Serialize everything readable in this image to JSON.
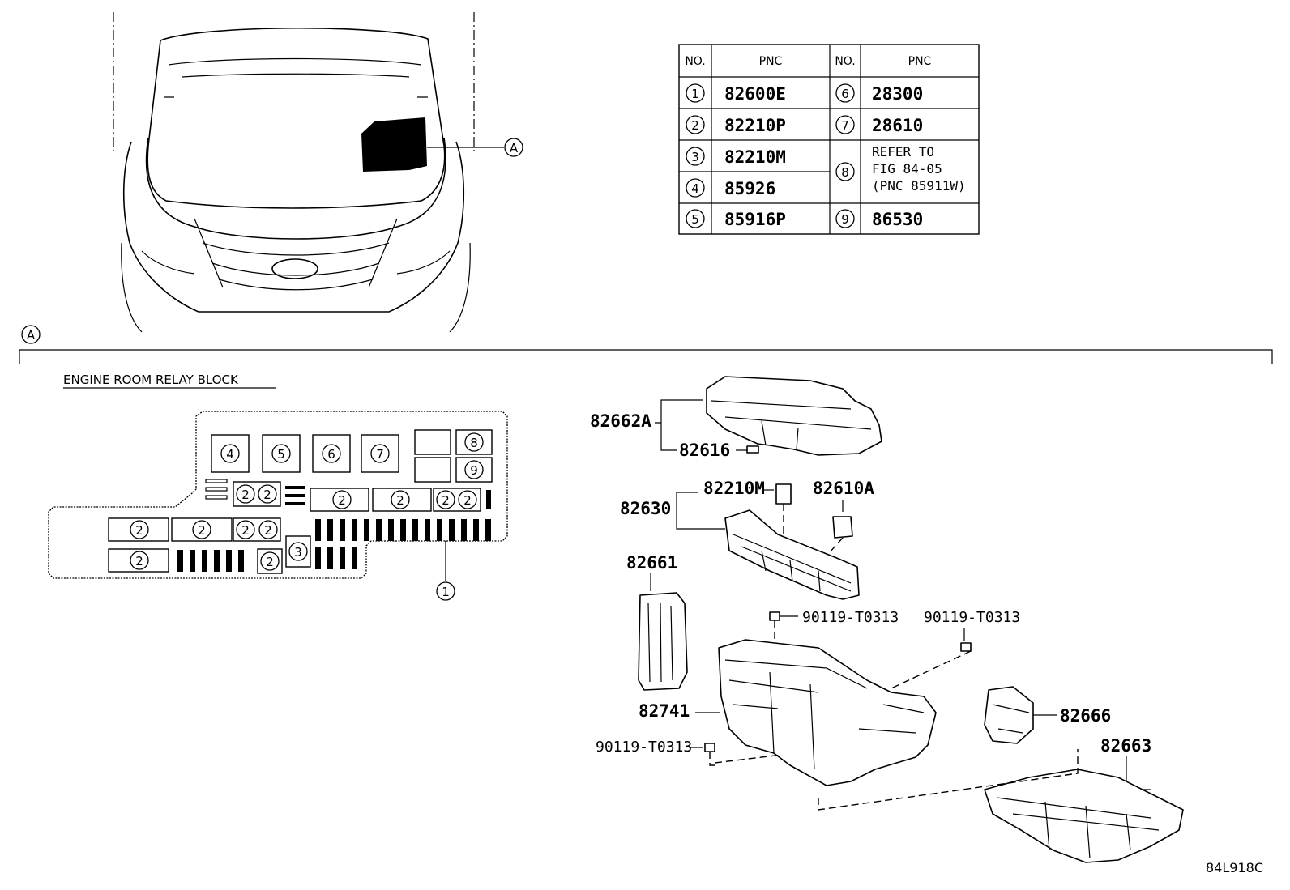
{
  "table": {
    "headers": [
      "NO.",
      "PNC",
      "NO.",
      "PNC"
    ],
    "rows": [
      {
        "no": "1",
        "pnc": "82600E"
      },
      {
        "no": "2",
        "pnc": "82210P"
      },
      {
        "no": "3",
        "pnc": "82210M"
      },
      {
        "no": "4",
        "pnc": "85926"
      },
      {
        "no": "5",
        "pnc": "85916P"
      },
      {
        "no": "6",
        "pnc": "28300"
      },
      {
        "no": "7",
        "pnc": "28610"
      },
      {
        "no": "8",
        "pnc_lines": [
          "REFER TO",
          "FIG 84-05",
          "(PNC 85911W)"
        ]
      },
      {
        "no": "9",
        "pnc": "86530"
      }
    ]
  },
  "callout_a": "A",
  "relay_block": {
    "title": "ENGINE ROOM RELAY BLOCK",
    "labels": {
      "n1": "1",
      "n2": "2",
      "n3": "3",
      "n4": "4",
      "n5": "5",
      "n6": "6",
      "n7": "7",
      "n8": "8",
      "n9": "9"
    }
  },
  "parts": {
    "p82662A": "82662A",
    "p82616": "82616",
    "p82210M": "82210M",
    "p82610A": "82610A",
    "p82630": "82630",
    "p82661": "82661",
    "p90119_a": "90119-T0313",
    "p90119_b": "90119-T0313",
    "p90119_c": "90119-T0313",
    "p82741": "82741",
    "p82666": "82666",
    "p82663": "82663"
  },
  "figure_code": "84L918C"
}
